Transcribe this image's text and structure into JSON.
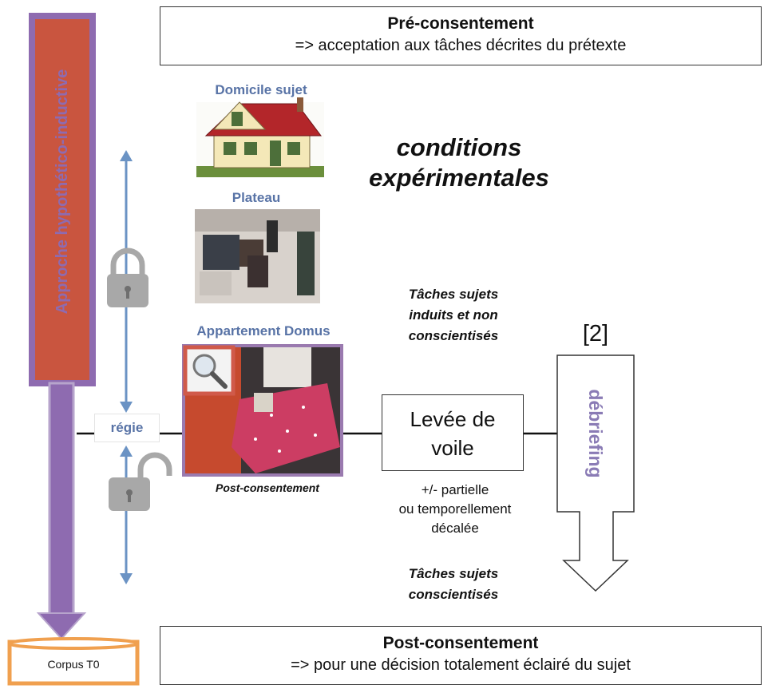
{
  "pre_consent": {
    "title": "Pré-consentement",
    "subtitle": "=> acceptation aux tâches décrites du prétexte"
  },
  "post_consent": {
    "title": "Post-consentement",
    "subtitle": "=> pour une décision totalement éclairé du sujet"
  },
  "approach_label": "Approche hypothético-inductive",
  "corpus_label": "Corpus T0",
  "regie_label": "régie",
  "locations": {
    "home": "Domicile sujet",
    "plateau": "Plateau",
    "domus": "Appartement Domus"
  },
  "post_consent_caption": "Post-consentement",
  "conditions": [
    "conditions",
    "expérimentales"
  ],
  "tasks_induced": [
    "Tâches sujets",
    "induits et non",
    "conscientisés"
  ],
  "tasks_aware": [
    "Tâches sujets",
    "conscientisés"
  ],
  "lift_veil": [
    "Levée de",
    "voile"
  ],
  "partial": [
    "+/- partielle",
    "ou temporellement",
    "décalée"
  ],
  "debriefing": "débriefing",
  "ref": "[2]",
  "colors": {
    "approach_fill": "#c9553f",
    "approach_border": "#8e6bb0",
    "arrow_blue": "#6b93c4",
    "corpus_border": "#f0a04f",
    "debrief_text": "#8a7bb5",
    "lock_gray": "#a8a8a8"
  },
  "icons": [
    "house-image",
    "plateau-photo",
    "domus-photo",
    "magnifier-icon",
    "padlock-closed-icon",
    "padlock-open-icon"
  ]
}
